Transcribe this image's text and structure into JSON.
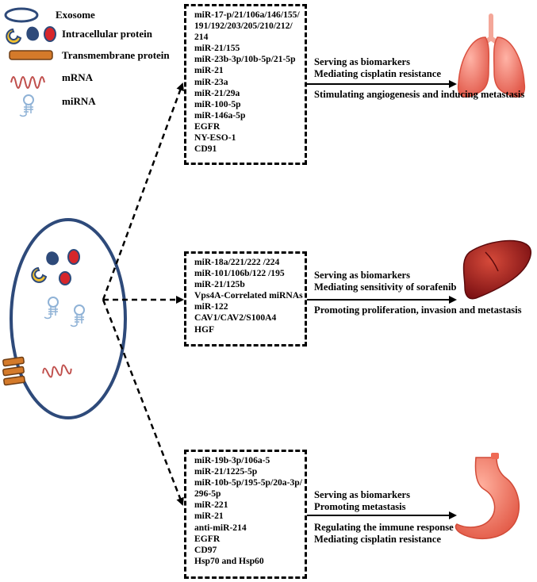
{
  "legend": {
    "exosome": "Exosome",
    "intracellular_protein": "Intracellular protein",
    "transmembrane_protein": "Transmembrane protein",
    "mrna": "mRNA",
    "mirna": "miRNA"
  },
  "lung": {
    "items": [
      "miR-17-p/21/106a/146/155/",
      "191/192/203/205/210/212/",
      "214",
      "miR-21/155",
      "miR-23b-3p/10b-5p/21-5p",
      "miR-21",
      "miR-23a",
      "miR-21/29a",
      "miR-100-5p",
      "miR-146a-5p",
      "EGFR",
      "NY-ESO-1",
      "CD91"
    ],
    "role1": "Serving as biomarkers",
    "role2": "Mediating  cisplatin resistance",
    "role3": "Stimulating angiogenesis and inducing metastasis"
  },
  "liver": {
    "items": [
      "miR-18a/221/222 /224",
      "miR-101/106b/122 /195",
      "miR-21/125b",
      "Vps4A-Correlated miRNAs",
      "miR-122",
      "CAV1/CAV2/S100A4",
      "HGF"
    ],
    "role1": "Serving as biomarkers",
    "role2": "Mediating sensitivity of sorafenib",
    "role3": "Promoting proliferation, invasion and metastasis"
  },
  "stomach": {
    "items": [
      "miR-19b-3p/106a-5",
      "miR-21/1225-5p",
      "miR-10b-5p/195-5p/20a-3p/",
      "296-5p",
      "miR-221",
      "miR-21",
      "anti-miR-214",
      "EGFR",
      "CD97",
      "Hsp70 and Hsp60"
    ],
    "role1": "Serving as biomarkers",
    "role2": "Promoting metastasis",
    "role3": "Regulating the immune response",
    "role4": "Mediating cisplatin resistance"
  },
  "colors": {
    "membrane": "#2e4a7a",
    "yellow": "#f2c12e",
    "red": "#d7262b",
    "orange": "#d47a2a",
    "mrna": "#c0504d",
    "mirna": "#8fb2d6",
    "lung": "#f0786a",
    "liver": "#a32020",
    "stomach": "#ef6a55"
  }
}
